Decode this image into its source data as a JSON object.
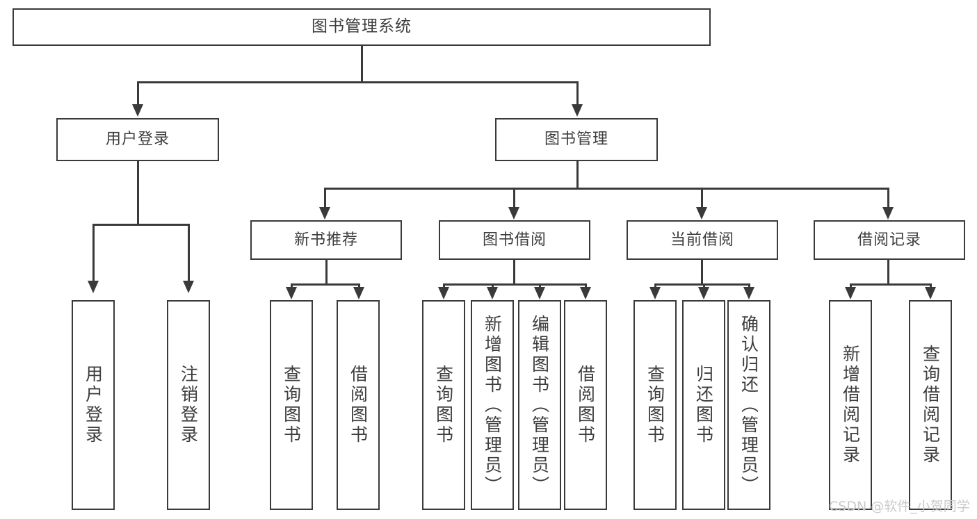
{
  "diagram": {
    "title": "图书管理系统",
    "watermark": "CSDN @软件_小贺同学",
    "colors": {
      "stroke": "#3a3a3a",
      "text": "#3d3d3d",
      "background": "#ffffff",
      "watermark": "#c9c9c9"
    },
    "root": {
      "label": "图书管理系统"
    },
    "level2": [
      {
        "label": "用户登录"
      },
      {
        "label": "图书管理"
      }
    ],
    "level3": [
      {
        "label": "新书推荐"
      },
      {
        "label": "图书借阅"
      },
      {
        "label": "当前借阅"
      },
      {
        "label": "借阅记录"
      }
    ],
    "leaves": {
      "user_login": [
        {
          "label": "用户登录"
        },
        {
          "label": "注销登录"
        }
      ],
      "new_book_recommend": [
        {
          "label": "查询图书"
        },
        {
          "label": "借阅图书"
        }
      ],
      "book_borrow": [
        {
          "label": "查询图书"
        },
        {
          "label": "新增图书（管理员）"
        },
        {
          "label": "编辑图书（管理员）"
        },
        {
          "label": "借阅图书"
        }
      ],
      "current_borrow": [
        {
          "label": "查询图书"
        },
        {
          "label": "归还图书"
        },
        {
          "label": "确认归还（管理员）"
        }
      ],
      "borrow_record": [
        {
          "label": "新增借阅记录"
        },
        {
          "label": "查询借阅记录"
        }
      ]
    }
  }
}
